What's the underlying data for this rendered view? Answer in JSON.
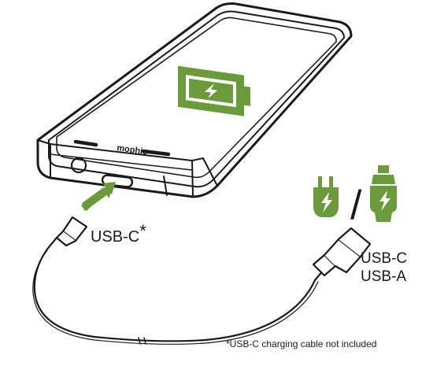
{
  "phone": {
    "brand_text": "mophie",
    "battery_icon": "battery-charging-icon",
    "accent_color": "#6a9a3a"
  },
  "cable": {
    "input_label": "USB-C",
    "input_mark": "*",
    "output_label_line1": "USB-C",
    "output_label_line2": "USB-A",
    "cable_icon": "usb-cable-icon"
  },
  "adapters": {
    "wall_icon": "wall-charger-icon",
    "car_icon": "car-charger-icon",
    "separator": "/",
    "color": "#6a9a3a"
  },
  "footnote": "*USB-C charging cable not included",
  "arrow": {
    "icon": "insert-arrow-icon",
    "color": "#6a9a3a"
  }
}
